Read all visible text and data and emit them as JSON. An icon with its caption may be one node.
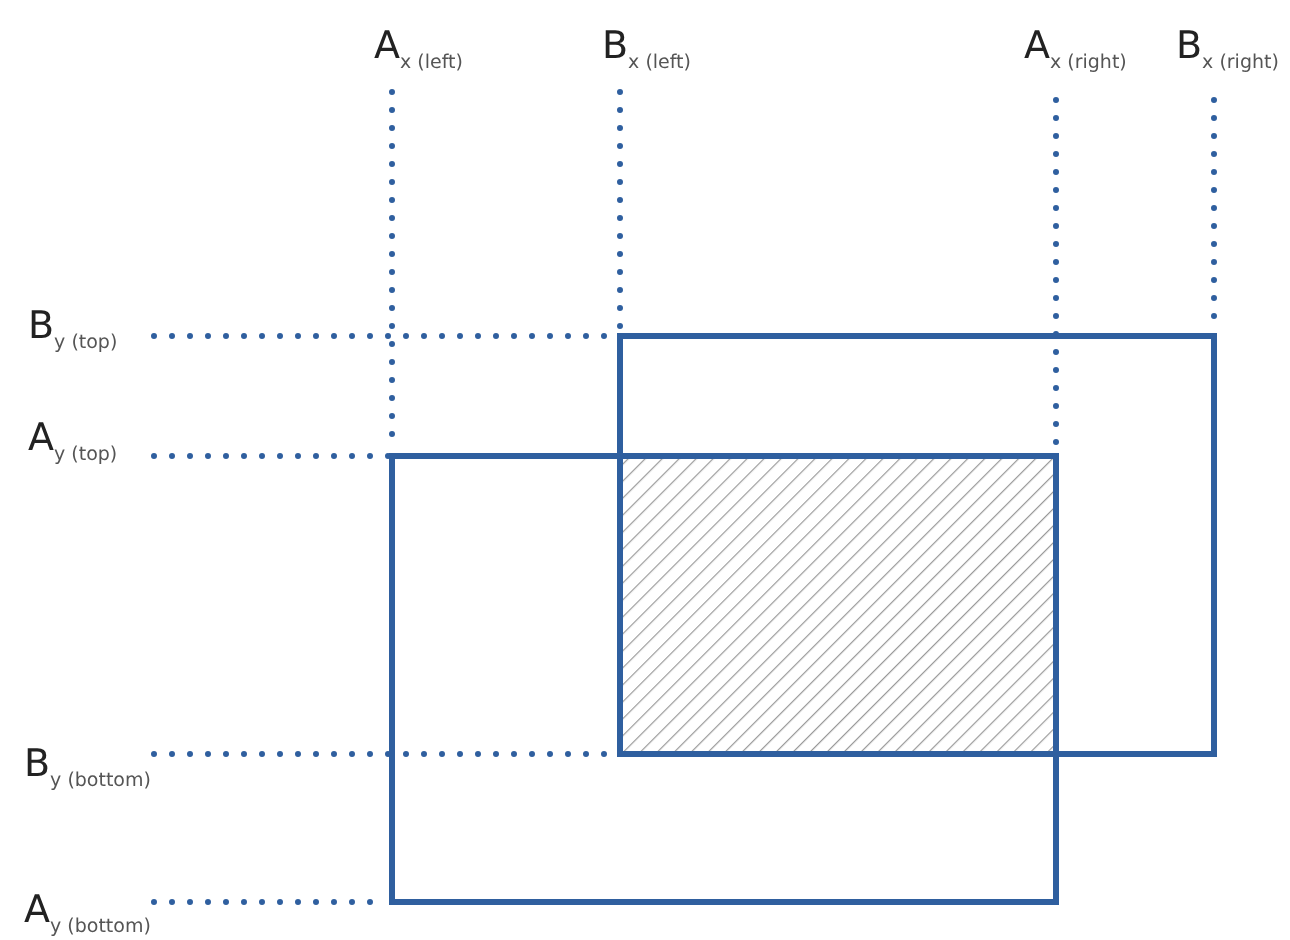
{
  "diagram": {
    "labels": [
      "A$_{x (left)}$",
      "B$_{x (left)}$",
      "A$_{x (right)}$",
      "B$_{x (right)}$",
      "B$_{y (top)}$",
      "A$_{y (top)}$",
      "B$_{y (bottom)}$",
      "A$_{y (bottom)}$"
    ]
  }
}
